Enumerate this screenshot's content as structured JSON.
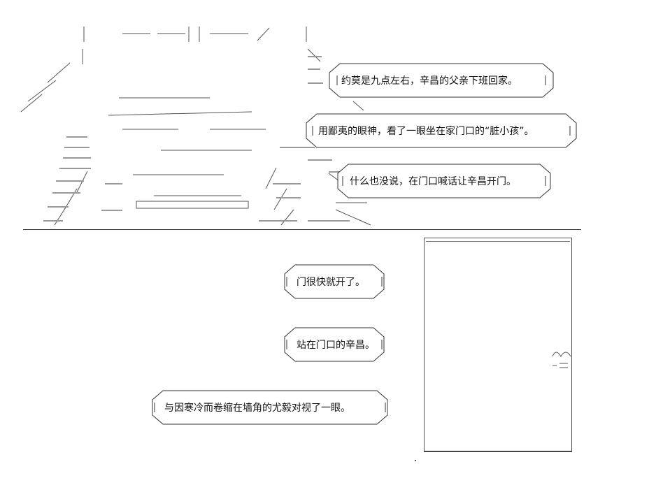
{
  "bubbles": [
    {
      "id": "b1",
      "text": "约莫是九点左右，辛昌的父亲下班回家。"
    },
    {
      "id": "b2",
      "text": "用鄙夷的眼神，看了一眼坐在家门口的“脏小孩”。"
    },
    {
      "id": "b3",
      "text": "什么也没说，在门口喊话让辛昌开门。"
    },
    {
      "id": "b4",
      "text": "门很快就开了。"
    },
    {
      "id": "b5",
      "text": "站在门口的辛昌。"
    },
    {
      "id": "b6",
      "text": "与因寒冷而卷缩在墙角的尤毅对视了一眼。"
    }
  ],
  "colors": {
    "line": "#333333",
    "text": "#111111",
    "background": "#ffffff"
  }
}
